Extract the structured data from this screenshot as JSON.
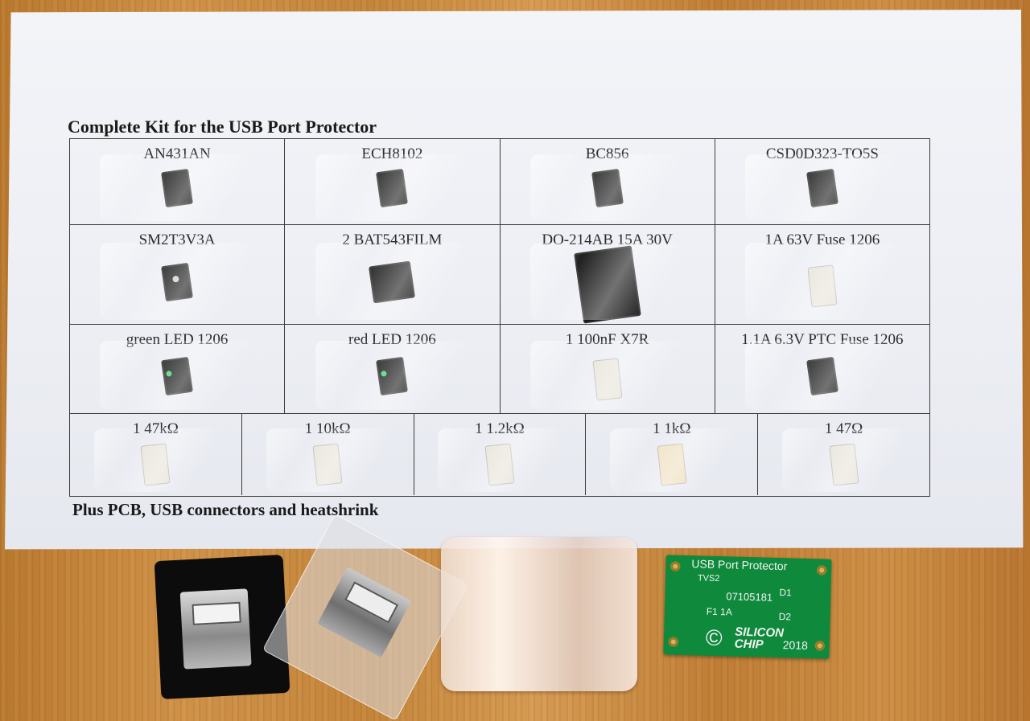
{
  "sheet": {
    "title": "Complete Kit for the USB Port Protector",
    "footer": "Plus PCB, USB connectors and heatshrink",
    "rows": [
      [
        "AN431AN",
        "ECH8102",
        "BC856",
        "CSD0D323-TO5S"
      ],
      [
        "SM2T3V3A",
        "2 BAT543FILM",
        "DO-214AB 15A 30V",
        "1A 63V Fuse 1206"
      ],
      [
        "green LED 1206",
        "red LED 1206",
        "1 100nF X7R",
        "1.1A 6.3V PTC Fuse 1206"
      ],
      [
        "1 47kΩ",
        "1 10kΩ",
        "1 1.2kΩ",
        "1 1kΩ",
        "1 47Ω"
      ]
    ]
  },
  "pcb": {
    "title": "USB Port Protector",
    "tvs": "TVS2",
    "serial": "07105181",
    "d1": "D1",
    "fuse": "F1 1A",
    "d2": "D2",
    "copyright": "©",
    "brand_line1": "SILICON",
    "brand_line2": "CHIP",
    "year": "2018"
  }
}
